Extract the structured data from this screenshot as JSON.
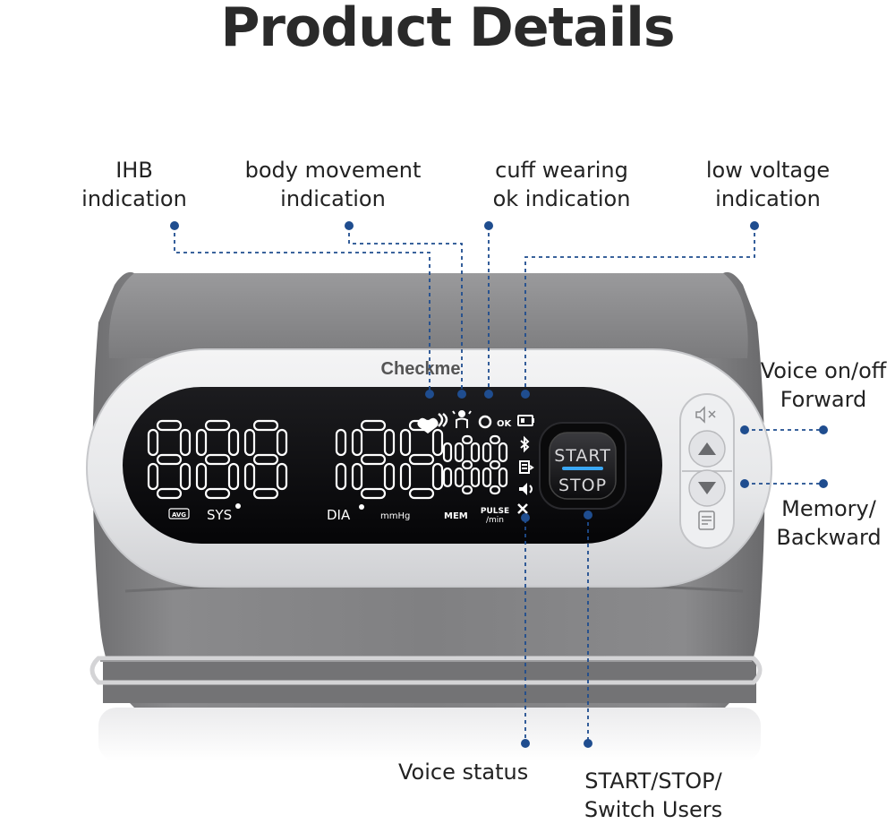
{
  "title": "Product Details",
  "labels": {
    "ihb": [
      "IHB",
      "indication"
    ],
    "body_movement": [
      "body movement",
      "indication"
    ],
    "cuff_wearing": [
      "cuff wearing",
      "ok indication"
    ],
    "low_voltage": [
      "low voltage",
      "indication"
    ],
    "voice_forward": [
      "Voice on/off",
      "Forward"
    ],
    "memory_backward": [
      "Memory/",
      "Backward"
    ],
    "voice_status": "Voice status",
    "start_stop": [
      "START/STOP/",
      "Switch Users"
    ]
  },
  "device": {
    "brand": "Checkme",
    "sys_digits": "888",
    "dia_digits": "188",
    "pulse_digits": "188",
    "avg": "AVG",
    "sys": "SYS",
    "dia": "DIA",
    "mmhg": "mmHg",
    "mem": "MEM",
    "pulse": [
      "PULSE",
      "/min"
    ],
    "ok": "OK",
    "start": "START",
    "stop": "STOP"
  }
}
